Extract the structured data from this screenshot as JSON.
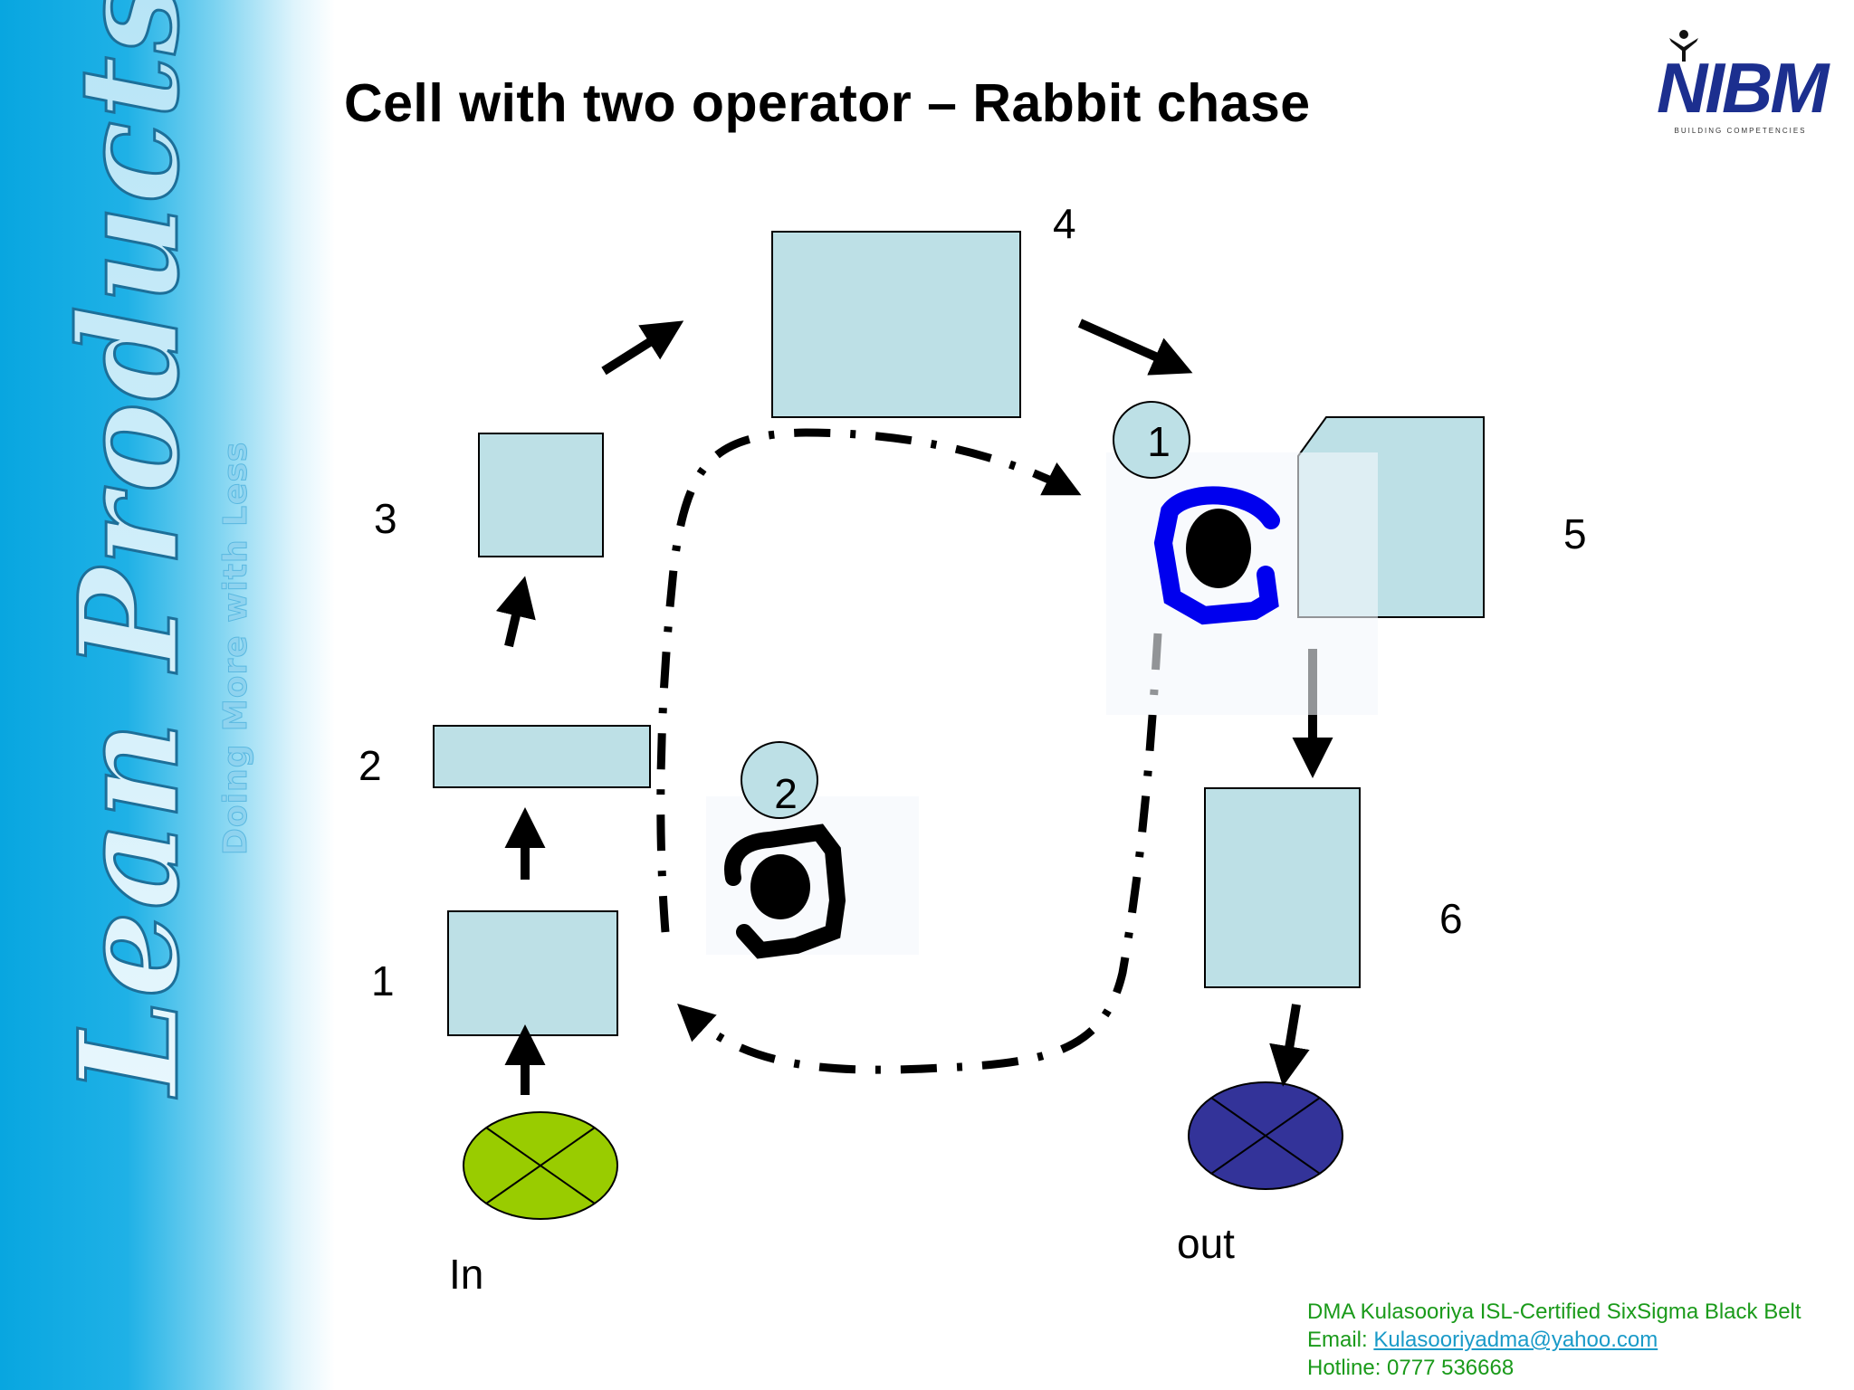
{
  "slide": {
    "title": "Cell with two operator – Rabbit chase",
    "sidebar": {
      "script_text": "Lean Products",
      "tagline": "Doing More with Less"
    },
    "logo": {
      "text": "NIBM",
      "subtitle": "BUILDING COMPETENCIES"
    },
    "diagram": {
      "station_labels": [
        "1",
        "2",
        "3",
        "4",
        "5",
        "6"
      ],
      "operator_labels": [
        "1",
        "2"
      ],
      "input_label": "In",
      "output_label": "out",
      "colors": {
        "station_fill": "#bde0e6",
        "input_fill": "#99cc00",
        "output_fill": "#333399",
        "operator_one_arrow": "#0000ff",
        "operator_two_arrow": "#000000",
        "operator_badge_fill": "#bde0e6"
      }
    },
    "footer": {
      "line1": "DMA Kulasooriya ISL-Certified SixSigma Black Belt",
      "email_label": "Email:",
      "email": "Kulasooriyadma@yahoo.com",
      "hotline": "Hotline: 0777 536668"
    }
  }
}
